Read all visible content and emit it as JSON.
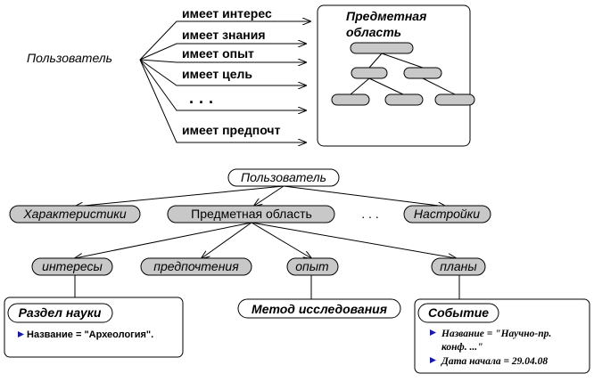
{
  "top": {
    "user_label": "Пользователь",
    "relations": [
      "имеет интерес",
      "имеет знания",
      "имеет опыт",
      "имеет цель",
      "· · ·",
      "имеет предпочт"
    ],
    "domain_box_title_line1": "Предметная",
    "domain_box_title_line2": "область"
  },
  "tree": {
    "root": "Пользователь",
    "level1": [
      "Характеристики",
      "Предметная область",
      "Настройки"
    ],
    "ellipsis": ". . .",
    "level2": [
      "интересы",
      "предпочтения",
      "опыт",
      "планы"
    ]
  },
  "cards": {
    "science": {
      "title": "Раздел науки",
      "items": [
        "Название = \"Археология\"."
      ]
    },
    "method": {
      "title": "Метод исследования"
    },
    "event": {
      "title": "Событие",
      "item1_line1": "Название = \"Научно-пр.",
      "item1_line2": "конф. ...\"",
      "item2": "Дата начала = 29.04.08"
    }
  },
  "colors": {
    "node_fill": "#c8c8c8",
    "bullet": "#1a1aa8"
  }
}
